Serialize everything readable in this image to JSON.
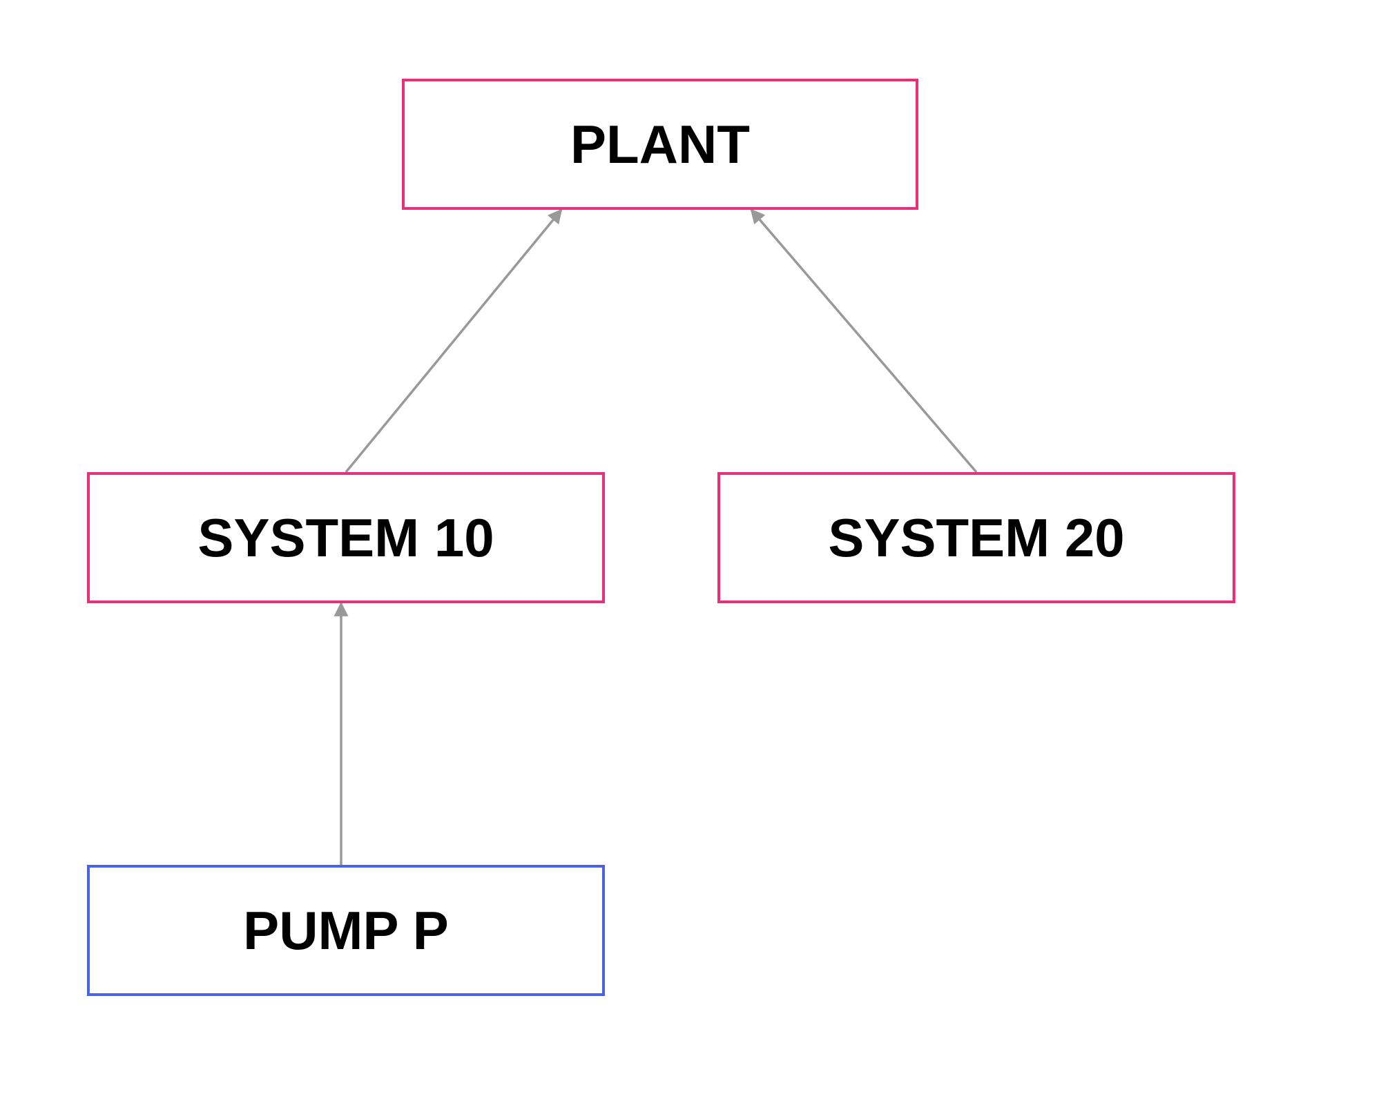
{
  "diagram": {
    "type": "hierarchy",
    "nodes": [
      {
        "id": "plant",
        "label": "PLANT",
        "kind": "system"
      },
      {
        "id": "sys10",
        "label": "SYSTEM 10",
        "kind": "system"
      },
      {
        "id": "sys20",
        "label": "SYSTEM 20",
        "kind": "system"
      },
      {
        "id": "pump",
        "label": "PUMP P",
        "kind": "equipment"
      }
    ],
    "edges": [
      {
        "from": "sys10",
        "to": "plant"
      },
      {
        "from": "sys20",
        "to": "plant"
      },
      {
        "from": "pump",
        "to": "sys10"
      }
    ]
  },
  "colors": {
    "system_border": "#e8307a",
    "equipment_border": "#4a63e6",
    "edge": "#999999",
    "label": "#000000",
    "background": "#ffffff"
  }
}
